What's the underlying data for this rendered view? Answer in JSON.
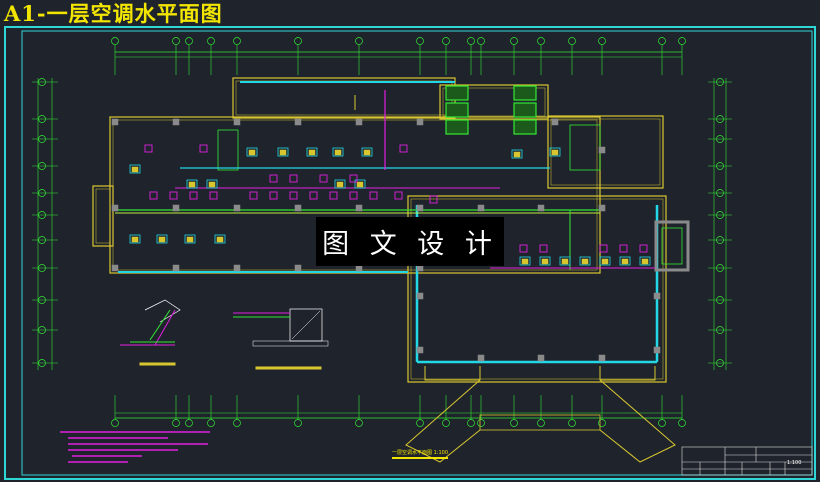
{
  "title": "A1-一层空调水平面图",
  "watermark": "图 文 设 计",
  "drawing": {
    "caption": "一层空调水平面图 1:100",
    "scale": "1:100"
  },
  "colors": {
    "background": "#1f242c",
    "frame": "#2fd6d6",
    "walls": "#d8c630",
    "pipes_green": "#33e833",
    "units_magenta": "#e020e0",
    "glazing_cyan": "#22d8e8",
    "columns": "#8a8a8a",
    "title": "#f2e600"
  }
}
